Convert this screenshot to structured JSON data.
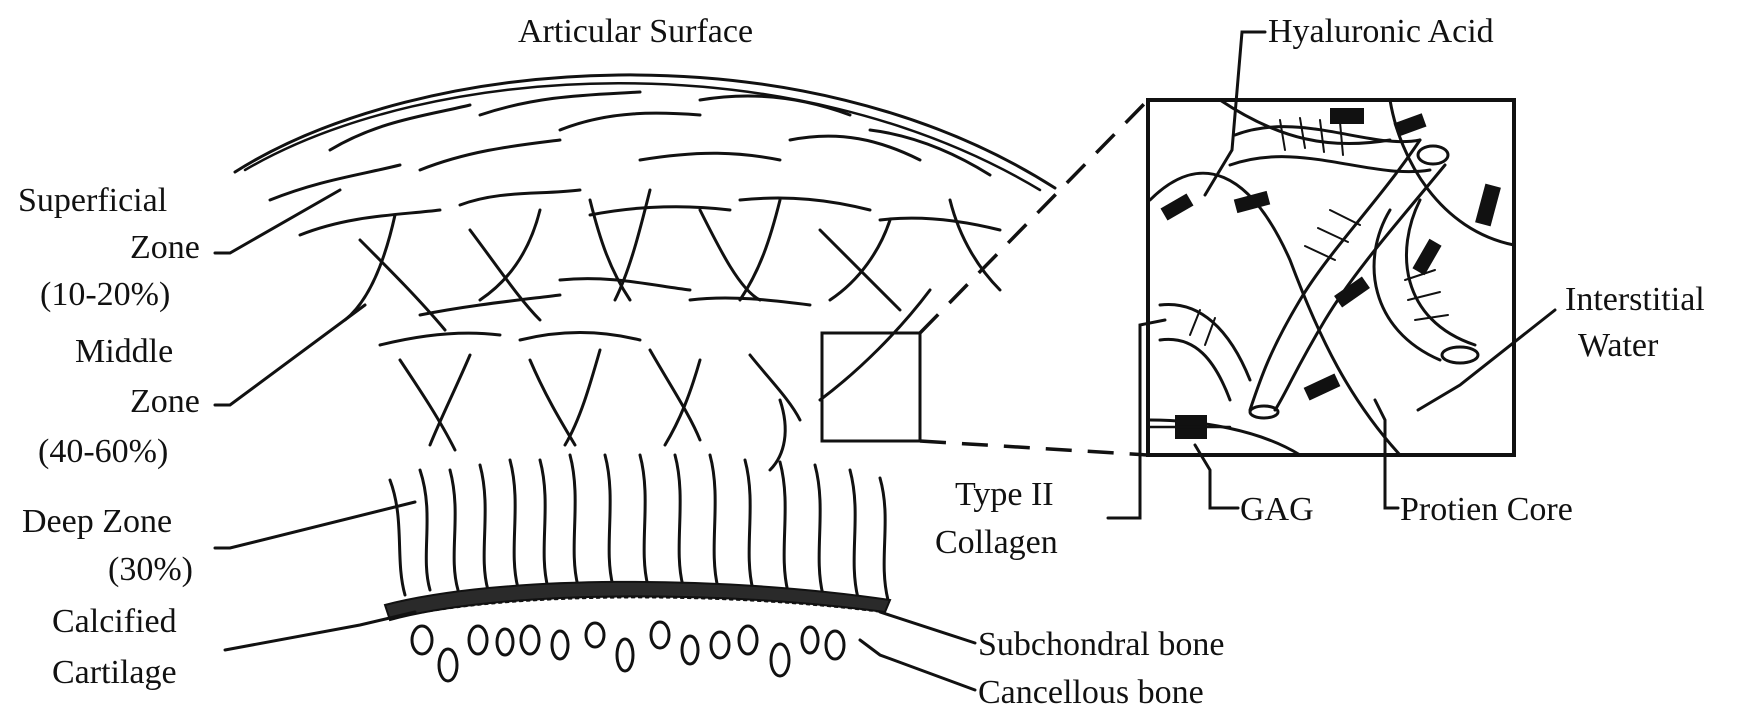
{
  "labels": {
    "articular_surface": "Articular Surface",
    "superficial_zone": [
      "Superficial",
      "Zone",
      "(10-20%)"
    ],
    "middle_zone": [
      "Middle",
      "Zone",
      "(40-60%)"
    ],
    "deep_zone": [
      "Deep Zone",
      "(30%)"
    ],
    "calcified_cartilage": [
      "Calcified",
      "Cartilage"
    ],
    "subchondral_bone": "Subchondral bone",
    "cancellous_bone": "Cancellous bone",
    "hyaluronic_acid": "Hyaluronic Acid",
    "interstitial_water": [
      "Interstitial",
      "Water"
    ],
    "type_ii_collagen": [
      "Type II",
      "Collagen"
    ],
    "gag": "GAG",
    "protein_core": "Protien Core"
  },
  "colors": {
    "ink": "#111111",
    "background": "#ffffff"
  }
}
